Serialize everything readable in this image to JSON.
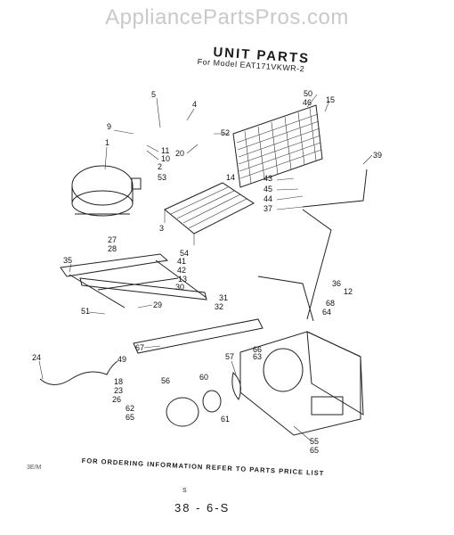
{
  "watermark": "AppliancePartsPros.com",
  "title": "UNIT PARTS",
  "subtitle": "For Model EAT171VKWR-2",
  "footer": "FOR ORDERING INFORMATION REFER TO PARTS PRICE LIST",
  "margin_note": "3E/M",
  "small_mark": "S",
  "page_code": "38 - 6-S",
  "callouts": {
    "c1": "1",
    "c2": "2",
    "c3": "3",
    "c4": "4",
    "c5": "5",
    "c9": "9",
    "c10": "10",
    "c11": "11",
    "c12": "12",
    "c13": "13",
    "c14": "14",
    "c15": "15",
    "c18": "18",
    "c20": "20",
    "c23": "23",
    "c24": "24",
    "c26": "26",
    "c27": "27",
    "c28": "28",
    "c29": "29",
    "c30": "30",
    "c31": "31",
    "c32": "32",
    "c35": "35",
    "c36": "36",
    "c37": "37",
    "c39": "39",
    "c41": "41",
    "c42": "42",
    "c43": "43",
    "c44": "44",
    "c45": "45",
    "c46": "46",
    "c49": "49",
    "c50": "50",
    "c51": "51",
    "c52": "52",
    "c53": "53",
    "c54": "54",
    "c55": "55",
    "c56": "56",
    "c57": "57",
    "c60": "60",
    "c61": "61",
    "c62": "62",
    "c63": "63",
    "c64": "64",
    "c65": "65",
    "c65b": "65",
    "c66": "66",
    "c67": "67",
    "c68": "68"
  }
}
